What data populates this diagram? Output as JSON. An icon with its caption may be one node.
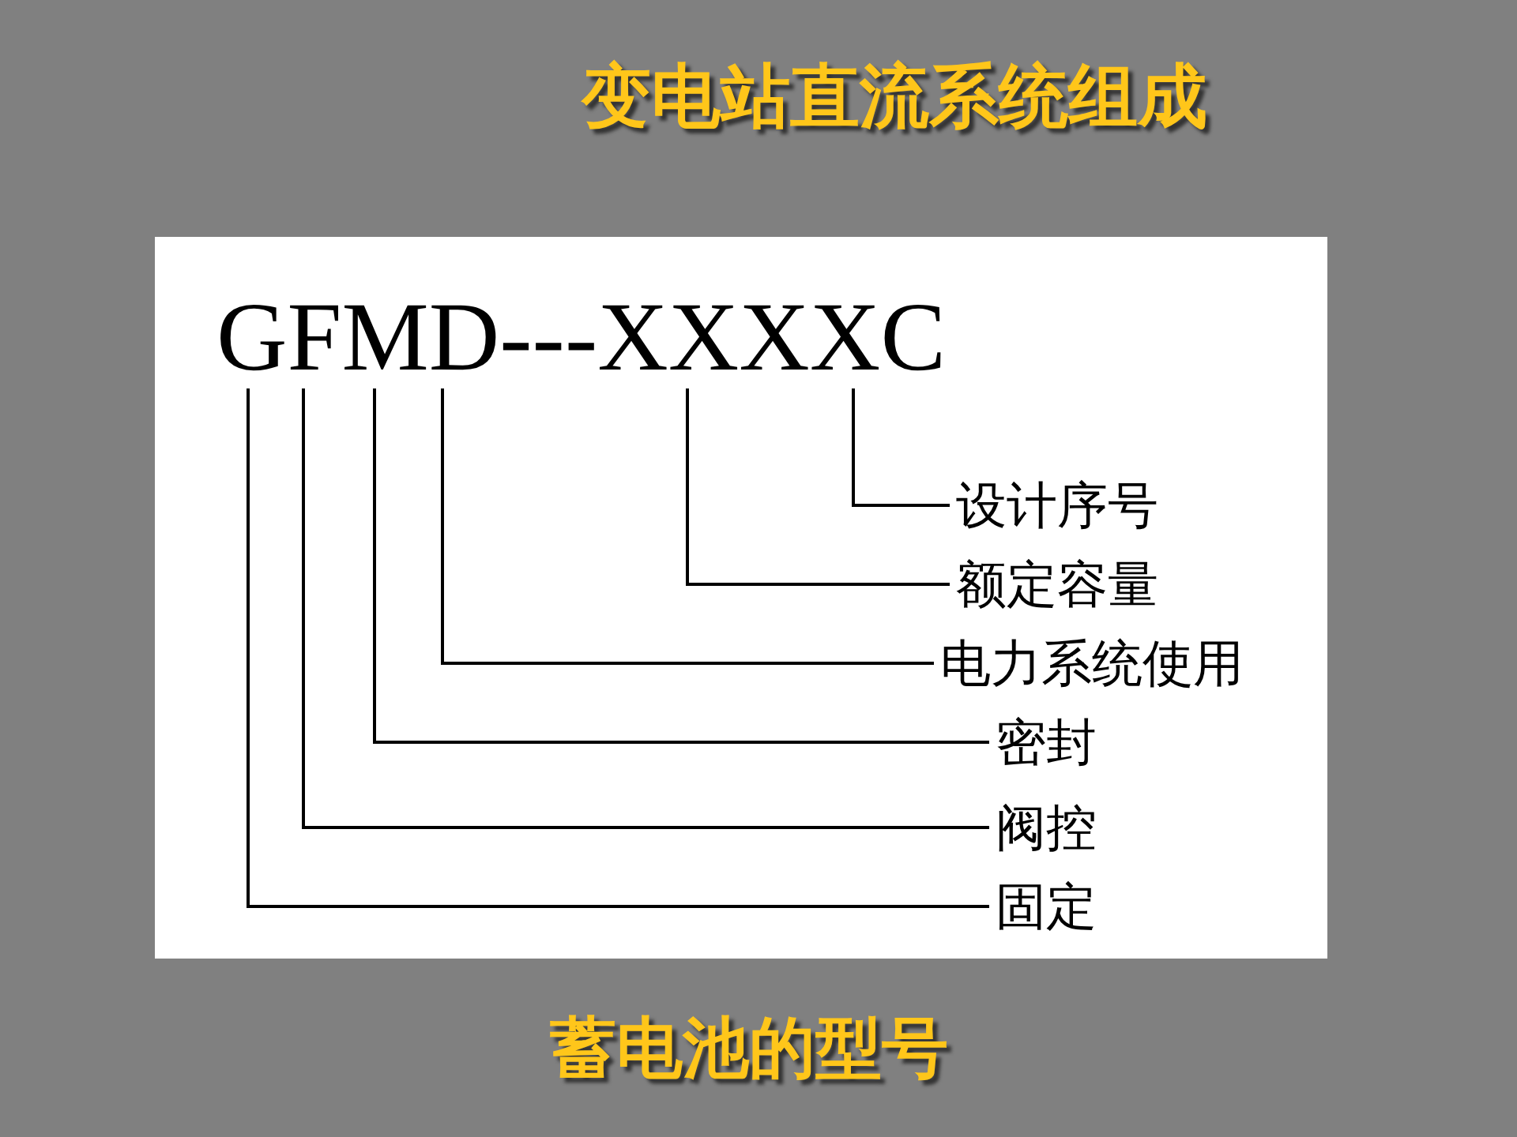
{
  "diagram": {
    "title": "变电站直流系统组成",
    "caption": "蓄电池的型号",
    "nodes": [
      {
        "text": [
          "GFMD---XXXXC"
        ]
      },
      {
        "text": [
          "设计序号"
        ]
      },
      {
        "text": [
          "额定容量"
        ]
      },
      {
        "text": [
          "电力系统使用"
        ]
      },
      {
        "text": [
          "密封"
        ]
      },
      {
        "text": [
          "阀控"
        ]
      },
      {
        "text": [
          "固定"
        ]
      }
    ],
    "edges": [
      {
        "from": 1,
        "to": 0,
        "arrow": "none"
      },
      {
        "from": 2,
        "to": 0,
        "arrow": "none"
      },
      {
        "from": 3,
        "to": 0,
        "arrow": "none"
      },
      {
        "from": 4,
        "to": 0,
        "arrow": "none"
      },
      {
        "from": 5,
        "to": 0,
        "arrow": "none"
      },
      {
        "from": 6,
        "to": 0,
        "arrow": "none"
      }
    ]
  }
}
